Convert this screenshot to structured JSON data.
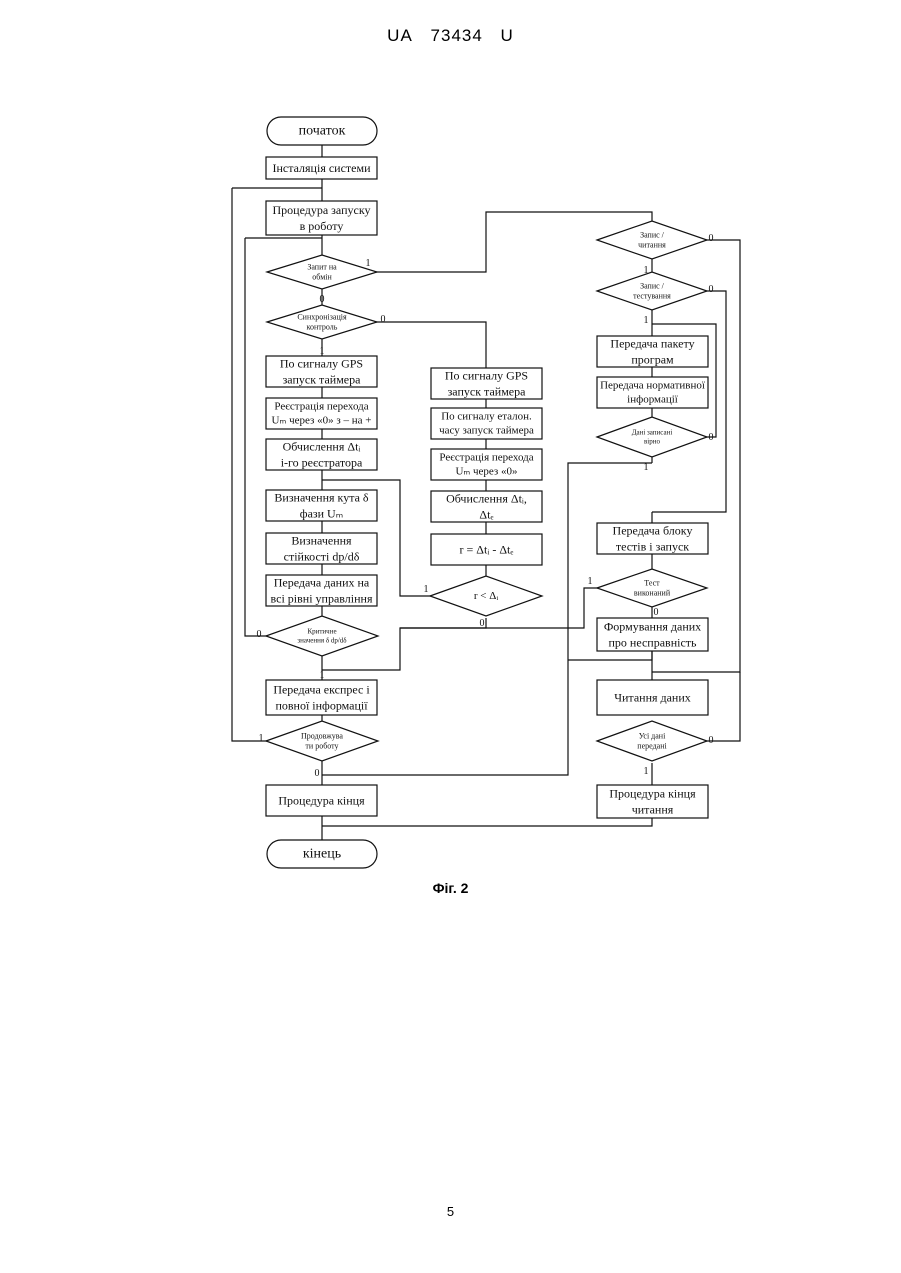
{
  "header": {
    "code": "UA",
    "number": "73434",
    "kind": "U"
  },
  "caption": "Фіг. 2",
  "page_number": "5",
  "nodes": {
    "start": "початок",
    "install": "Інсталяція системи",
    "launch": [
      "Процедура запуску",
      "в роботу"
    ],
    "request": [
      "Запит на",
      "обмін"
    ],
    "sync": [
      "Синхронізація",
      "контроль"
    ],
    "gps_left": [
      "По сигналу GPS",
      "запуск таймера"
    ],
    "reg_left": [
      "Реєстрація перехода",
      "Uₘ через «0» з – на +"
    ],
    "calc_left": [
      "Обчислення Δtᵢ",
      "і-го реєстратора"
    ],
    "angle": [
      "Визначення кута δ",
      "фази Uₘ"
    ],
    "stability": [
      "Визначення",
      "стійкості  dp/dδ"
    ],
    "transfer_all": [
      "Передача даних на",
      "всі рівні управління"
    ],
    "critical": [
      "Критичне",
      "значення δ dp/dδ"
    ],
    "express": [
      "Передача експрес і",
      "повної інформації"
    ],
    "continue": [
      "Продовжува",
      "ти роботу"
    ],
    "end_proc": "Процедура кінця",
    "end": "кінець",
    "gps_mid": [
      "По сигналу GPS",
      "запуск таймера"
    ],
    "etalon": [
      "По сигналу еталон.",
      "часу запуск таймера"
    ],
    "reg_mid": [
      "Реєстрація перехода",
      "Uₘ через «0»"
    ],
    "calc_mid": [
      "Обчислення Δtᵢ,",
      "Δtₑ"
    ],
    "tau": "r = Δtᵢ - Δtₑ",
    "compare": "r < Δᵢ",
    "write_read": [
      "Запис /",
      "читання"
    ],
    "write_test": [
      "Запис /",
      "тестування"
    ],
    "transfer_pkg": [
      "Передача пакету",
      "програм"
    ],
    "transfer_norm": [
      "Передача нормативної",
      "інформації"
    ],
    "written_ok": [
      "Дані записані",
      "вірно"
    ],
    "tests": [
      "Передача блоку",
      "тестів і запуск"
    ],
    "test_done": [
      "Тест",
      "виконаний"
    ],
    "fault": [
      "Формування даних",
      "про несправність"
    ],
    "read": "Читання даних",
    "all_sent": [
      "Усі дані",
      "передані"
    ],
    "read_end": [
      "Процедура кінця",
      "читання"
    ]
  },
  "branch_labels": {
    "one": "1",
    "zero": "0"
  }
}
